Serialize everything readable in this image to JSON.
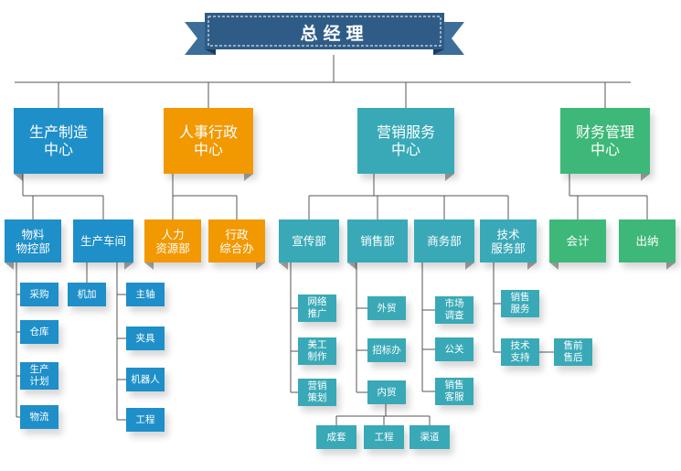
{
  "title": "总经理",
  "colors": {
    "blue": "#1e8fc9",
    "orange": "#f29800",
    "teal": "#39a9b7",
    "green": "#3db878",
    "banner": "#2f5c86",
    "line": "#555555"
  },
  "centers": [
    {
      "id": "production",
      "label": "生产制造\n中心",
      "color": "blue",
      "departments": [
        {
          "id": "materials",
          "label": "物料\n物控部",
          "children": [
            {
              "id": "purchasing",
              "label": "采购"
            },
            {
              "id": "warehouse",
              "label": "仓库"
            },
            {
              "id": "production-planning",
              "label": "生产\n计划"
            },
            {
              "id": "logistics",
              "label": "物流"
            }
          ]
        },
        {
          "id": "workshop",
          "label": "生产车间",
          "children": [
            {
              "id": "machining",
              "label": "机加"
            },
            {
              "id": "spindle",
              "label": "主轴"
            },
            {
              "id": "fixture",
              "label": "夹具"
            },
            {
              "id": "robot",
              "label": "机器人"
            },
            {
              "id": "engineering",
              "label": "工程"
            }
          ]
        }
      ]
    },
    {
      "id": "hr-admin",
      "label": "人事行政\n中心",
      "color": "orange",
      "departments": [
        {
          "id": "hr",
          "label": "人力\n资源部",
          "children": []
        },
        {
          "id": "admin",
          "label": "行政\n综合办",
          "children": []
        }
      ]
    },
    {
      "id": "marketing-service",
      "label": "营销服务\n中心",
      "color": "teal",
      "departments": [
        {
          "id": "publicity",
          "label": "宣传部",
          "children": [
            {
              "id": "online-promotion",
              "label": "网络\n推广"
            },
            {
              "id": "art-production",
              "label": "美工\n制作"
            },
            {
              "id": "marketing-planning",
              "label": "营销\n策划"
            }
          ]
        },
        {
          "id": "sales",
          "label": "销售部",
          "children": [
            {
              "id": "foreign-trade",
              "label": "外贸"
            },
            {
              "id": "bidding-office",
              "label": "招标办"
            },
            {
              "id": "domestic-trade",
              "label": "内贸",
              "children": [
                {
                  "id": "complete-set",
                  "label": "成套"
                },
                {
                  "id": "project",
                  "label": "工程"
                },
                {
                  "id": "channel",
                  "label": "渠道"
                }
              ]
            }
          ]
        },
        {
          "id": "business",
          "label": "商务部",
          "children": [
            {
              "id": "market-research",
              "label": "市场\n调查"
            },
            {
              "id": "public-relations",
              "label": "公关"
            },
            {
              "id": "sales-support-service",
              "label": "销售\n客服"
            }
          ]
        },
        {
          "id": "technical-service",
          "label": "技术\n服务部",
          "children": [
            {
              "id": "sales-service",
              "label": "销售\n服务"
            },
            {
              "id": "technical-support",
              "label": "技术\n支持",
              "children": [
                {
                  "id": "pre-after-sales",
                  "label": "售前\n售后"
                }
              ]
            }
          ]
        }
      ]
    },
    {
      "id": "finance-management",
      "label": "财务管理\n中心",
      "color": "green",
      "departments": [
        {
          "id": "accounting",
          "label": "会计",
          "children": []
        },
        {
          "id": "cashier",
          "label": "出纳",
          "children": []
        }
      ]
    }
  ]
}
